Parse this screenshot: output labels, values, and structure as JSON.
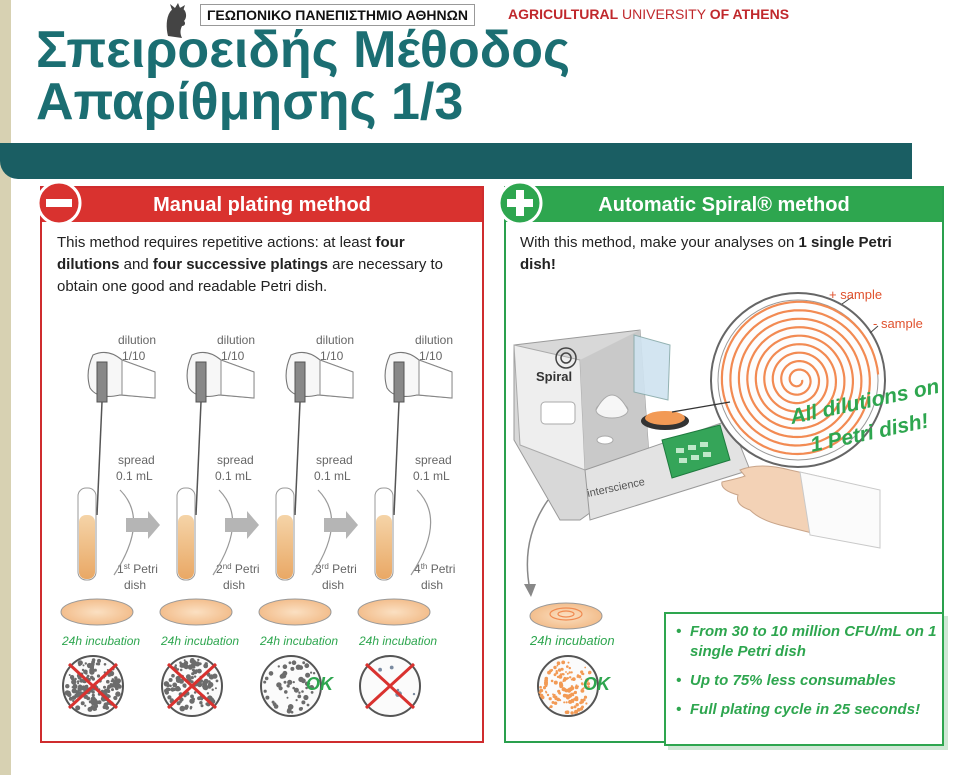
{
  "header": {
    "logo_icon": "athena-head-logo",
    "greek_name": "ΓΕΩΠΟΝΙΚΟ ΠΑΝΕΠΙΣΤΗΜΙΟ ΑΘΗΝΩΝ",
    "english_name_parts": [
      "AGRICULTURAL",
      " UNIVERSITY ",
      "OF ATHENS"
    ],
    "accent_color": "#c0282c"
  },
  "title": {
    "line1": "Σπειροειδής Μέθοδος",
    "line2": "Απαρίθμησης 1/3",
    "color": "#1b6e72"
  },
  "manual": {
    "header": "Manual plating method",
    "icon": "minus-circle-icon",
    "intro_parts": [
      "This method requires repetitive actions:  at least ",
      "four dilutions",
      " and ",
      "four successive platings",
      " are necessary to obtain one good and readable Petri dish."
    ],
    "steps": [
      {
        "dilution": "dilution",
        "ratio": "1/10",
        "spread": "spread",
        "volume": "0.1 mL",
        "dish_num": "1",
        "dish_sup": "st",
        "dish_word": "Petri",
        "dish_label": "dish",
        "incubation": "24h incubation",
        "ok": false
      },
      {
        "dilution": "dilution",
        "ratio": "1/10",
        "spread": "spread",
        "volume": "0.1 mL",
        "dish_num": "2",
        "dish_sup": "nd",
        "dish_word": "Petri",
        "dish_label": "dish",
        "incubation": "24h incubation",
        "ok": false
      },
      {
        "dilution": "dilution",
        "ratio": "1/10",
        "spread": "spread",
        "volume": "0.1 mL",
        "dish_num": "3",
        "dish_sup": "rd",
        "dish_word": "Petri",
        "dish_label": "dish",
        "incubation": "24h incubation",
        "ok": true
      },
      {
        "dilution": "dilution",
        "ratio": "1/10",
        "spread": "spread",
        "volume": "0.1 mL",
        "dish_num": "4",
        "dish_sup": "th",
        "dish_word": "Petri",
        "dish_label": "dish",
        "incubation": "24h incubation",
        "ok": false
      }
    ],
    "ok_label": "OK",
    "color": "#d9322f"
  },
  "spiral": {
    "header": "Automatic Spiral® method",
    "icon": "plus-circle-icon",
    "intro_parts": [
      "With this method, make your analyses on ",
      "1 single Petri dish!"
    ],
    "device_label": "Spiral",
    "brand_label": "interscience",
    "plus_sample": "+ sample",
    "minus_sample": "- sample",
    "all_dilutions_1": "All dilutions on",
    "all_dilutions_2": "1 Petri dish!",
    "incubation": "24h incubation",
    "ok_label": "OK",
    "benefits": [
      "From 30 to 10 million CFU/mL on 1 single Petri dish",
      "Up to 75% less consumables",
      "Full plating cycle in 25 seconds!"
    ],
    "color": "#2ea64f"
  }
}
